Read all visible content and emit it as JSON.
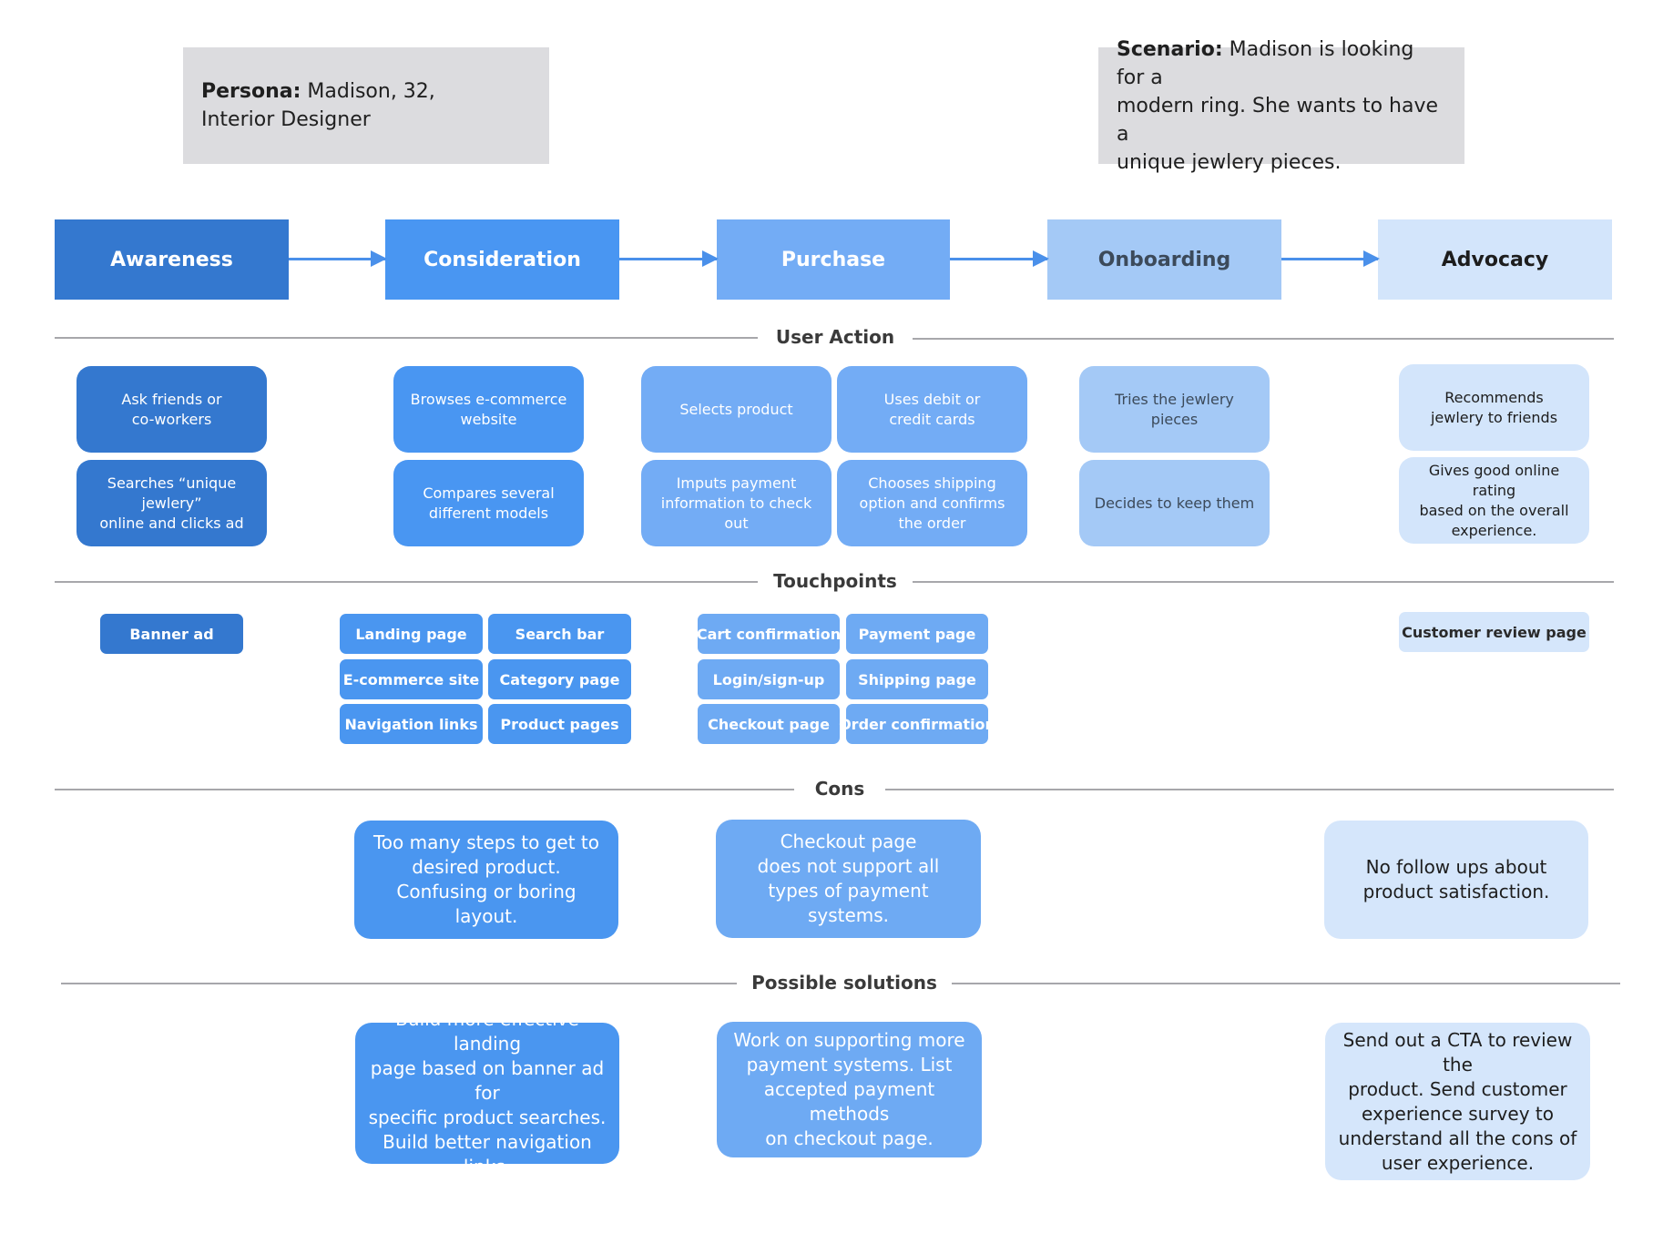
{
  "persona": {
    "label": "Persona:",
    "text": " Madison, 32,",
    "line2": "Interior Designer"
  },
  "scenario": {
    "label": "Scenario:",
    "text": " Madison is looking for a",
    "line2": "modern ring. She wants to have a",
    "line3": "unique jewlery pieces."
  },
  "stages": [
    "Awareness",
    "Consideration",
    "Purchase",
    "Onboarding",
    "Advocacy"
  ],
  "sections": {
    "user_action": "User Action",
    "touchpoints": "Touchpoints",
    "cons": "Cons",
    "solutions": "Possible solutions"
  },
  "user_actions": {
    "awareness": [
      "Ask friends or\nco-workers",
      "Searches “unique jewlery”\nonline and clicks ad"
    ],
    "consideration": [
      "Browses e-commerce\nwebsite",
      "Compares several\ndifferent models"
    ],
    "purchase": [
      "Selects product",
      "Uses debit or\ncredit cards",
      "Imputs payment\ninformation to check\nout",
      "Chooses shipping\noption and confirms\nthe order"
    ],
    "onboarding": [
      "Tries the jewlery\npieces",
      "Decides to keep them"
    ],
    "advocacy": [
      "Recommends\njewlery to friends",
      "Gives good online rating\nbased on the overall\nexperience."
    ]
  },
  "touchpoints": {
    "awareness": [
      "Banner ad"
    ],
    "consideration": [
      "Landing page",
      "Search bar",
      "E-commerce site",
      "Category page",
      "Navigation links",
      "Product pages"
    ],
    "purchase": [
      "Cart confirmation",
      "Payment page",
      "Login/sign-up",
      "Shipping page",
      "Checkout page",
      "Order confirmation"
    ],
    "advocacy": [
      "Customer review page"
    ]
  },
  "cons": {
    "consideration": "Too many steps to get to\ndesired product.\nConfusing or boring layout.",
    "purchase": "Checkout page\ndoes not support all\ntypes of payment systems.",
    "advocacy": "No follow ups about\nproduct satisfaction."
  },
  "solutions": {
    "consideration": "Build more effective landing\npage based on banner ad for\nspecific product searches.\nBuild better navigation links.",
    "purchase": "Work on supporting more\npayment systems. List\naccepted payment methods\non checkout page.",
    "advocacy": "Send out a CTA to review the\nproduct. Send customer\nexperience survey to\nunderstand all the cons of\nuser experience."
  },
  "colors": {
    "awareness": "#3478cf",
    "consideration": "#4996f2",
    "purchase": "#73acf5",
    "onboarding": "#a4c9f6",
    "advocacy": "#d3e5fb",
    "arrow": "#4a90ea",
    "info_box": "#dcdcdf"
  }
}
